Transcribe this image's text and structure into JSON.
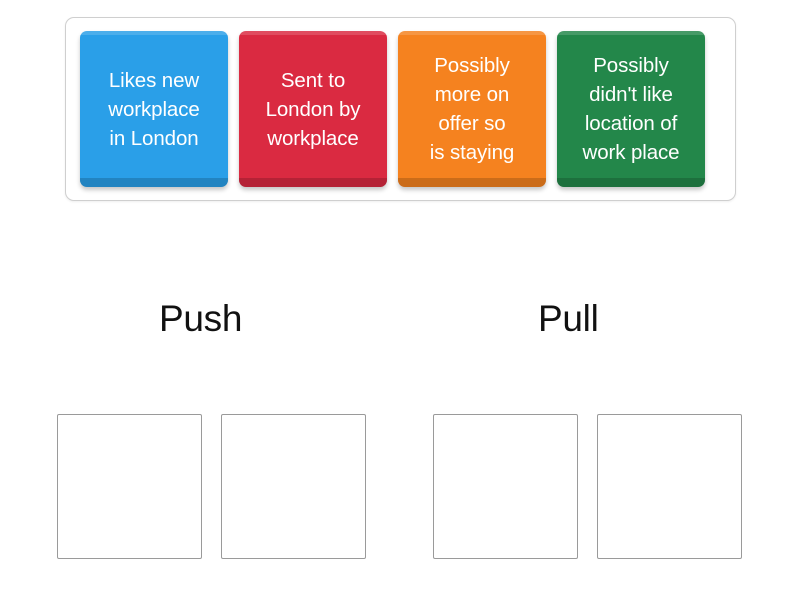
{
  "activity": {
    "type": "group-sort",
    "background_color": "#ffffff"
  },
  "tile_tray": {
    "name": "word-bank",
    "border_color": "#cfcfcf",
    "tiles": [
      {
        "id": "tile-1",
        "text": "Likes new\nworkplace\nin London",
        "color": "#2a9fe8",
        "text_color": "#ffffff"
      },
      {
        "id": "tile-2",
        "text": "Sent to\nLondon by\nworkplace",
        "color": "#da2a41",
        "text_color": "#ffffff"
      },
      {
        "id": "tile-3",
        "text": "Possibly\nmore on\noffer so\nis staying",
        "color": "#f5821f",
        "text_color": "#ffffff"
      },
      {
        "id": "tile-4",
        "text": "Possibly\ndidn't like\nlocation of\nwork place",
        "color": "#23874a",
        "text_color": "#ffffff"
      }
    ]
  },
  "categories": [
    {
      "id": "category-push",
      "label": "Push",
      "dropzones": [
        {
          "id": "drop-push-1",
          "content": ""
        },
        {
          "id": "drop-push-2",
          "content": ""
        }
      ]
    },
    {
      "id": "category-pull",
      "label": "Pull",
      "dropzones": [
        {
          "id": "drop-pull-1",
          "content": ""
        },
        {
          "id": "drop-pull-2",
          "content": ""
        }
      ]
    }
  ],
  "dropzone_style": {
    "border_color": "#9a9a9a",
    "fill_color": "#ffffff"
  }
}
